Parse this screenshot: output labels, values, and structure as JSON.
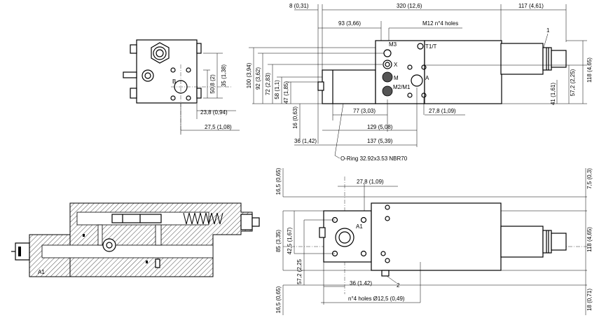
{
  "top_dims": {
    "d8": "8 (0,31)",
    "d320": "320 (12,6)",
    "d117": "117 (4,61)",
    "d93": "93 (3,66)",
    "holes": "M12 n°4 holes"
  },
  "port_labels": {
    "m3": "M3",
    "t1t": "T1/T",
    "x": "X",
    "m": "M",
    "a": "A",
    "m2m1": "M2/M1",
    "b": "B",
    "a1_section": "A1",
    "a1_bottom": "A1"
  },
  "callouts": {
    "one": "1",
    "two": "2"
  },
  "front_dims": {
    "v100": "100 (3,94)",
    "v92": "92 (3,62)",
    "v72": "72 (2,83)",
    "v58": "58 (1,1)",
    "v47": "47 (1,85)",
    "v16": "16 (0,63)",
    "h77": "77 (3,03)",
    "h129": "129 (5,08)",
    "h137": "137 (5,39)",
    "h36": "36 (1,42)",
    "h27_8": "27,8 (1,09)",
    "r41": "41 (1,61)",
    "r57_2": "57,2 (2,25)",
    "r118": "118 (4,65)",
    "oring": "O-Ring 32.92x3.53 NBR70"
  },
  "side_dims": {
    "v35": "35 (1,38)",
    "v50_8": "50,8 (2)",
    "h23_8": "23,8 (0,94)",
    "h27_5": "27,5 (1,08)"
  },
  "bottom_dims": {
    "v16_5_top": "16,5 (0,65)",
    "v85": "85 (3,35)",
    "v42_5": "42,5 (1,67)",
    "v57_2": "57,2 (2,25",
    "v16_5_bot": "16,5 (0,65)",
    "h27_8": "27,8 (1,09)",
    "h36": "36 (1.42)",
    "holes": "n°4 holes Ø12,5 (0,49)",
    "r7_5": "7,5 (0,3)",
    "r118": "118 (4,65)",
    "r18": "18 (0,71)"
  }
}
